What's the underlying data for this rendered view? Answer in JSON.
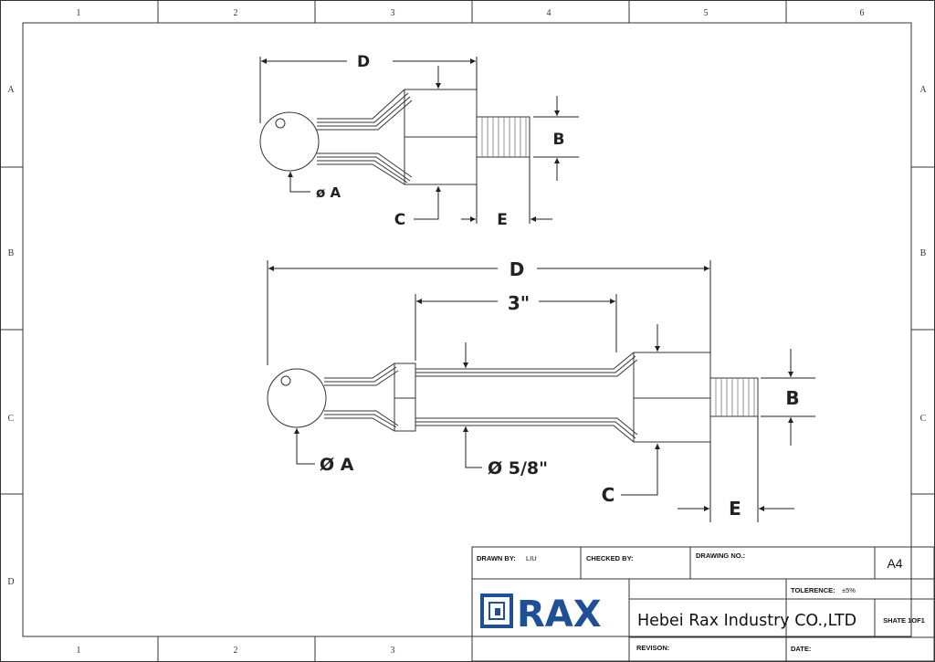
{
  "border": {
    "columns": [
      "1",
      "2",
      "3",
      "4",
      "5",
      "6"
    ],
    "rows": [
      "A",
      "B",
      "C",
      "D"
    ],
    "bottom_columns": [
      "1",
      "2",
      "3"
    ]
  },
  "top_view": {
    "dim_length": "D",
    "dim_thread": "B",
    "dim_hex": "C",
    "dim_ball": "ø A",
    "dim_thread_len": "E"
  },
  "bottom_view": {
    "dim_length": "D",
    "dim_shaft_length": "3\"",
    "dim_thread": "B",
    "dim_hex": "C",
    "dim_ball": "Ø A",
    "dim_shaft_dia": "Ø 5/8\"",
    "dim_thread_len": "E"
  },
  "title_block": {
    "drawn_by_label": "DRAWN BY:",
    "drawn_by_value": "LIU",
    "checked_by_label": "CHECKED BY:",
    "drawing_no_label": "DRAWING NO.:",
    "size": "A4",
    "tolerance_label": "TOLERENCE:",
    "tolerance_value": "±5%",
    "logo_text": "RAX",
    "company": "Hebei Rax Industry CO.,LTD",
    "sheet": "SHATE 1OF1",
    "revision_label": "REVISON:",
    "date_label": "DATE:"
  },
  "colors": {
    "logo_blue": "#1f4f96",
    "line": "#222222"
  }
}
